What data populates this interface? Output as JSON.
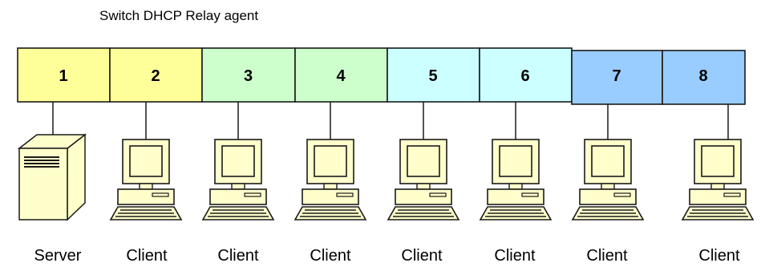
{
  "title": "Switch DHCP Relay agent",
  "ports": [
    {
      "number": "1",
      "color": "#ffff99"
    },
    {
      "number": "2",
      "color": "#ffff99"
    },
    {
      "number": "3",
      "color": "#ccffcc"
    },
    {
      "number": "4",
      "color": "#ccffcc"
    },
    {
      "number": "5",
      "color": "#ccffff"
    },
    {
      "number": "6",
      "color": "#ccffff"
    },
    {
      "number": "7",
      "color": "#99ccff"
    },
    {
      "number": "8",
      "color": "#99ccff"
    }
  ],
  "nodes": [
    {
      "label": "Server",
      "icon": "server-icon"
    },
    {
      "label": "Client",
      "icon": "computer-icon"
    },
    {
      "label": "Client",
      "icon": "computer-icon"
    },
    {
      "label": "Client",
      "icon": "computer-icon"
    },
    {
      "label": "Client",
      "icon": "computer-icon"
    },
    {
      "label": "Client",
      "icon": "computer-icon"
    },
    {
      "label": "Client",
      "icon": "computer-icon"
    },
    {
      "label": "Client",
      "icon": "computer-icon"
    }
  ],
  "colors": {
    "device_fill": "#ffffcc",
    "outline": "#1a1a1a"
  }
}
